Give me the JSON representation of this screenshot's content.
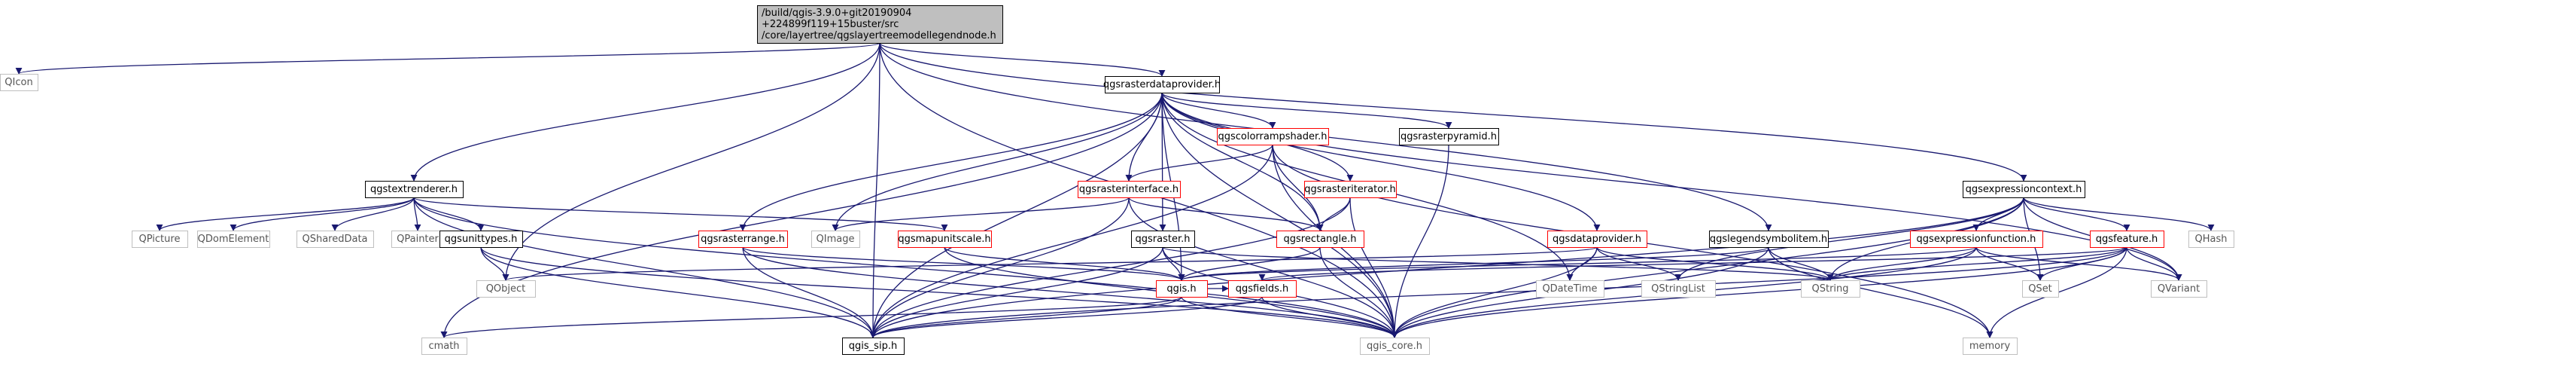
{
  "colors": {
    "edge": "#191970",
    "root_fill": "#bfbfbf",
    "box_border": "#000000",
    "missing_border": "#bfbfbf",
    "incomplete_border": "#ff0000",
    "text_muted": "#555555"
  },
  "diagram": {
    "nodes": [
      {
        "id": "root",
        "lines": [
          "/build/qgis-3.9.0+git20190904",
          "+224899f119+15buster/src",
          "/core/layertree/qgslayertreemodellegendnode.h"
        ],
        "style": "root"
      },
      {
        "id": "qicon",
        "lines": [
          "QIcon"
        ],
        "style": "missing"
      },
      {
        "id": "qgsrasterdataprovider",
        "lines": [
          "qgsrasterdataprovider.h"
        ],
        "style": "normal"
      },
      {
        "id": "qgsexpressioncontext",
        "lines": [
          "qgsexpressioncontext.h"
        ],
        "style": "normal"
      },
      {
        "id": "qgstextrenderer",
        "lines": [
          "qgstextrenderer.h"
        ],
        "style": "normal"
      },
      {
        "id": "qgscolorrampshader",
        "lines": [
          "qgscolorrampshader.h"
        ],
        "style": "incomplete"
      },
      {
        "id": "qgsrasterpyramid",
        "lines": [
          "qgsrasterpyramid.h"
        ],
        "style": "normal"
      },
      {
        "id": "qgsrasterinterface",
        "lines": [
          "qgsrasterinterface.h"
        ],
        "style": "incomplete"
      },
      {
        "id": "qgsrasteriterator",
        "lines": [
          "qgsrasteriterator.h"
        ],
        "style": "incomplete"
      },
      {
        "id": "qgsrasterrange",
        "lines": [
          "qgsrasterrange.h"
        ],
        "style": "incomplete"
      },
      {
        "id": "qgsmapunitscale",
        "lines": [
          "qgsmapunitscale.h"
        ],
        "style": "incomplete"
      },
      {
        "id": "qgsraster",
        "lines": [
          "qgsraster.h"
        ],
        "style": "normal"
      },
      {
        "id": "qgsrectangle",
        "lines": [
          "qgsrectangle.h"
        ],
        "style": "incomplete"
      },
      {
        "id": "qgsdataprovider",
        "lines": [
          "qgsdataprovider.h"
        ],
        "style": "incomplete"
      },
      {
        "id": "qgslegendsymbolitem",
        "lines": [
          "qgslegendsymbolitem.h"
        ],
        "style": "normal"
      },
      {
        "id": "qgsexpressionfunction",
        "lines": [
          "qgsexpressionfunction.h"
        ],
        "style": "incomplete"
      },
      {
        "id": "qgsfeature",
        "lines": [
          "qgsfeature.h"
        ],
        "style": "incomplete"
      },
      {
        "id": "qhash",
        "lines": [
          "QHash"
        ],
        "style": "missing"
      },
      {
        "id": "qpicture",
        "lines": [
          "QPicture"
        ],
        "style": "missing"
      },
      {
        "id": "qdomelement",
        "lines": [
          "QDomElement"
        ],
        "style": "missing"
      },
      {
        "id": "qshareddata",
        "lines": [
          "QSharedData"
        ],
        "style": "missing"
      },
      {
        "id": "qpainter",
        "lines": [
          "QPainter"
        ],
        "style": "missing"
      },
      {
        "id": "qgsunittypes",
        "lines": [
          "qgsunittypes.h"
        ],
        "style": "normal"
      },
      {
        "id": "qimage",
        "lines": [
          "QImage"
        ],
        "style": "missing"
      },
      {
        "id": "qobject",
        "lines": [
          "QObject"
        ],
        "style": "missing"
      },
      {
        "id": "qgis",
        "lines": [
          "qgis.h"
        ],
        "style": "incomplete"
      },
      {
        "id": "qgsfields",
        "lines": [
          "qgsfields.h"
        ],
        "style": "incomplete"
      },
      {
        "id": "qdatetime",
        "lines": [
          "QDateTime"
        ],
        "style": "missing"
      },
      {
        "id": "qstringlist",
        "lines": [
          "QStringList"
        ],
        "style": "missing"
      },
      {
        "id": "qstring",
        "lines": [
          "QString"
        ],
        "style": "missing"
      },
      {
        "id": "qset",
        "lines": [
          "QSet"
        ],
        "style": "missing"
      },
      {
        "id": "qvariant",
        "lines": [
          "QVariant"
        ],
        "style": "missing"
      },
      {
        "id": "cmath",
        "lines": [
          "cmath"
        ],
        "style": "missing"
      },
      {
        "id": "qgis_sip",
        "lines": [
          "qgis_sip.h"
        ],
        "style": "normal"
      },
      {
        "id": "qgis_core",
        "lines": [
          "qgis_core.h"
        ],
        "style": "missing"
      },
      {
        "id": "memory",
        "lines": [
          "memory"
        ],
        "style": "missing"
      }
    ],
    "edges": [
      [
        "root",
        "qicon"
      ],
      [
        "root",
        "qgsrasterdataprovider"
      ],
      [
        "root",
        "qgsexpressioncontext"
      ],
      [
        "root",
        "qgstextrenderer"
      ],
      [
        "root",
        "qgslegendsymbolitem"
      ],
      [
        "root",
        "qobject"
      ],
      [
        "root",
        "qgis_sip"
      ],
      [
        "root",
        "qgis_core"
      ],
      [
        "qgsrasterdataprovider",
        "qgscolorrampshader"
      ],
      [
        "qgsrasterdataprovider",
        "qgsrasterpyramid"
      ],
      [
        "qgsrasterdataprovider",
        "qgsrasterinterface"
      ],
      [
        "qgsrasterdataprovider",
        "qgsrasteriterator"
      ],
      [
        "qgsrasterdataprovider",
        "qgsrasterrange"
      ],
      [
        "qgsrasterdataprovider",
        "qgsraster"
      ],
      [
        "qgsrasterdataprovider",
        "qgsrectangle"
      ],
      [
        "qgsrasterdataprovider",
        "qgsdataprovider"
      ],
      [
        "qgsrasterdataprovider",
        "qimage"
      ],
      [
        "qgsrasterdataprovider",
        "qdatetime"
      ],
      [
        "qgsrasterdataprovider",
        "qvariant"
      ],
      [
        "qgsrasterdataprovider",
        "cmath"
      ],
      [
        "qgsrasterdataprovider",
        "qgis_sip"
      ],
      [
        "qgsrasterdataprovider",
        "qgis_core"
      ],
      [
        "qgsrasterdataprovider",
        "qgis"
      ],
      [
        "qgscolorrampshader",
        "qgsrasterinterface"
      ],
      [
        "qgscolorrampshader",
        "qgsrectangle"
      ],
      [
        "qgscolorrampshader",
        "qgis_core"
      ],
      [
        "qgscolorrampshader",
        "qgis_sip"
      ],
      [
        "qgscolorrampshader",
        "memory"
      ],
      [
        "qgsrasterpyramid",
        "qgis_core"
      ],
      [
        "qgsrasterinterface",
        "qgsrectangle"
      ],
      [
        "qgsrasterinterface",
        "qimage"
      ],
      [
        "qgsrasterinterface",
        "qgis_sip"
      ],
      [
        "qgsrasterinterface",
        "qgis_core"
      ],
      [
        "qgsrasteriterator",
        "qgsrectangle"
      ],
      [
        "qgsrasteriterator",
        "qgis_core"
      ],
      [
        "qgsrasteriterator",
        "qgis_sip"
      ],
      [
        "qgsrasterrange",
        "qgis"
      ],
      [
        "qgsrasterrange",
        "qgis_core"
      ],
      [
        "qgsrasterrange",
        "qgis_sip"
      ],
      [
        "qgsraster",
        "qgis_core"
      ],
      [
        "qgsraster",
        "qgis_sip"
      ],
      [
        "qgsraster",
        "qgis"
      ],
      [
        "qgsraster",
        "qstring"
      ],
      [
        "qgsrectangle",
        "qgis_core"
      ],
      [
        "qgsrectangle",
        "qgis"
      ],
      [
        "qgsmapunitscale",
        "qgis_core"
      ],
      [
        "qgsmapunitscale",
        "qgis"
      ],
      [
        "qgsdataprovider",
        "qdatetime"
      ],
      [
        "qgsdataprovider",
        "qobject"
      ],
      [
        "qgsdataprovider",
        "qstring"
      ],
      [
        "qgsdataprovider",
        "qstringlist"
      ],
      [
        "qgsdataprovider",
        "qgis_core"
      ],
      [
        "qgslegendsymbolitem",
        "memory"
      ],
      [
        "qgslegendsymbolitem",
        "qstring"
      ],
      [
        "qgslegendsymbolitem",
        "qgis_core"
      ],
      [
        "qgslegendsymbolitem",
        "qgis"
      ],
      [
        "qgsexpressioncontext",
        "qgsexpressionfunction"
      ],
      [
        "qgsexpressioncontext",
        "qgsfeature"
      ],
      [
        "qgsexpressioncontext",
        "qhash"
      ],
      [
        "qgsexpressioncontext",
        "qset"
      ],
      [
        "qgsexpressioncontext",
        "qstring"
      ],
      [
        "qgsexpressioncontext",
        "qstringlist"
      ],
      [
        "qgsexpressioncontext",
        "qvariant"
      ],
      [
        "qgsexpressioncontext",
        "qgis_core"
      ],
      [
        "qgsexpressioncontext",
        "qgis_sip"
      ],
      [
        "qgsexpressionfunction",
        "qset"
      ],
      [
        "qgsexpressionfunction",
        "qvariant"
      ],
      [
        "qgsexpressionfunction",
        "qstring"
      ],
      [
        "qgsexpressionfunction",
        "qgis_core"
      ],
      [
        "qgsexpressionfunction",
        "qgis"
      ],
      [
        "qgsfeature",
        "qgsfields"
      ],
      [
        "qgsfeature",
        "qset"
      ],
      [
        "qgsfeature",
        "qvariant"
      ],
      [
        "qgsfeature",
        "memory"
      ],
      [
        "qgsfeature",
        "qstring"
      ],
      [
        "qgsfeature",
        "qgis_core"
      ],
      [
        "qgsfeature",
        "qgis_sip"
      ],
      [
        "qgstextrenderer",
        "qgsunittypes"
      ],
      [
        "qgstextrenderer",
        "qgsmapunitscale"
      ],
      [
        "qgstextrenderer",
        "qpicture"
      ],
      [
        "qgstextrenderer",
        "qdomelement"
      ],
      [
        "qgstextrenderer",
        "qshareddata"
      ],
      [
        "qgstextrenderer",
        "qpainter"
      ],
      [
        "qgstextrenderer",
        "qgis_sip"
      ],
      [
        "qgstextrenderer",
        "qgis_core"
      ],
      [
        "qgsunittypes",
        "qobject"
      ],
      [
        "qgsunittypes",
        "qgis_core"
      ],
      [
        "qgsunittypes",
        "qgis_sip"
      ],
      [
        "qgis",
        "qgis_sip"
      ],
      [
        "qgis",
        "qgis_core"
      ],
      [
        "qgis",
        "cmath"
      ],
      [
        "qgis",
        "qgsfields"
      ],
      [
        "qgsfields",
        "qgis_core"
      ],
      [
        "qgsfields",
        "qgis_sip"
      ]
    ]
  }
}
